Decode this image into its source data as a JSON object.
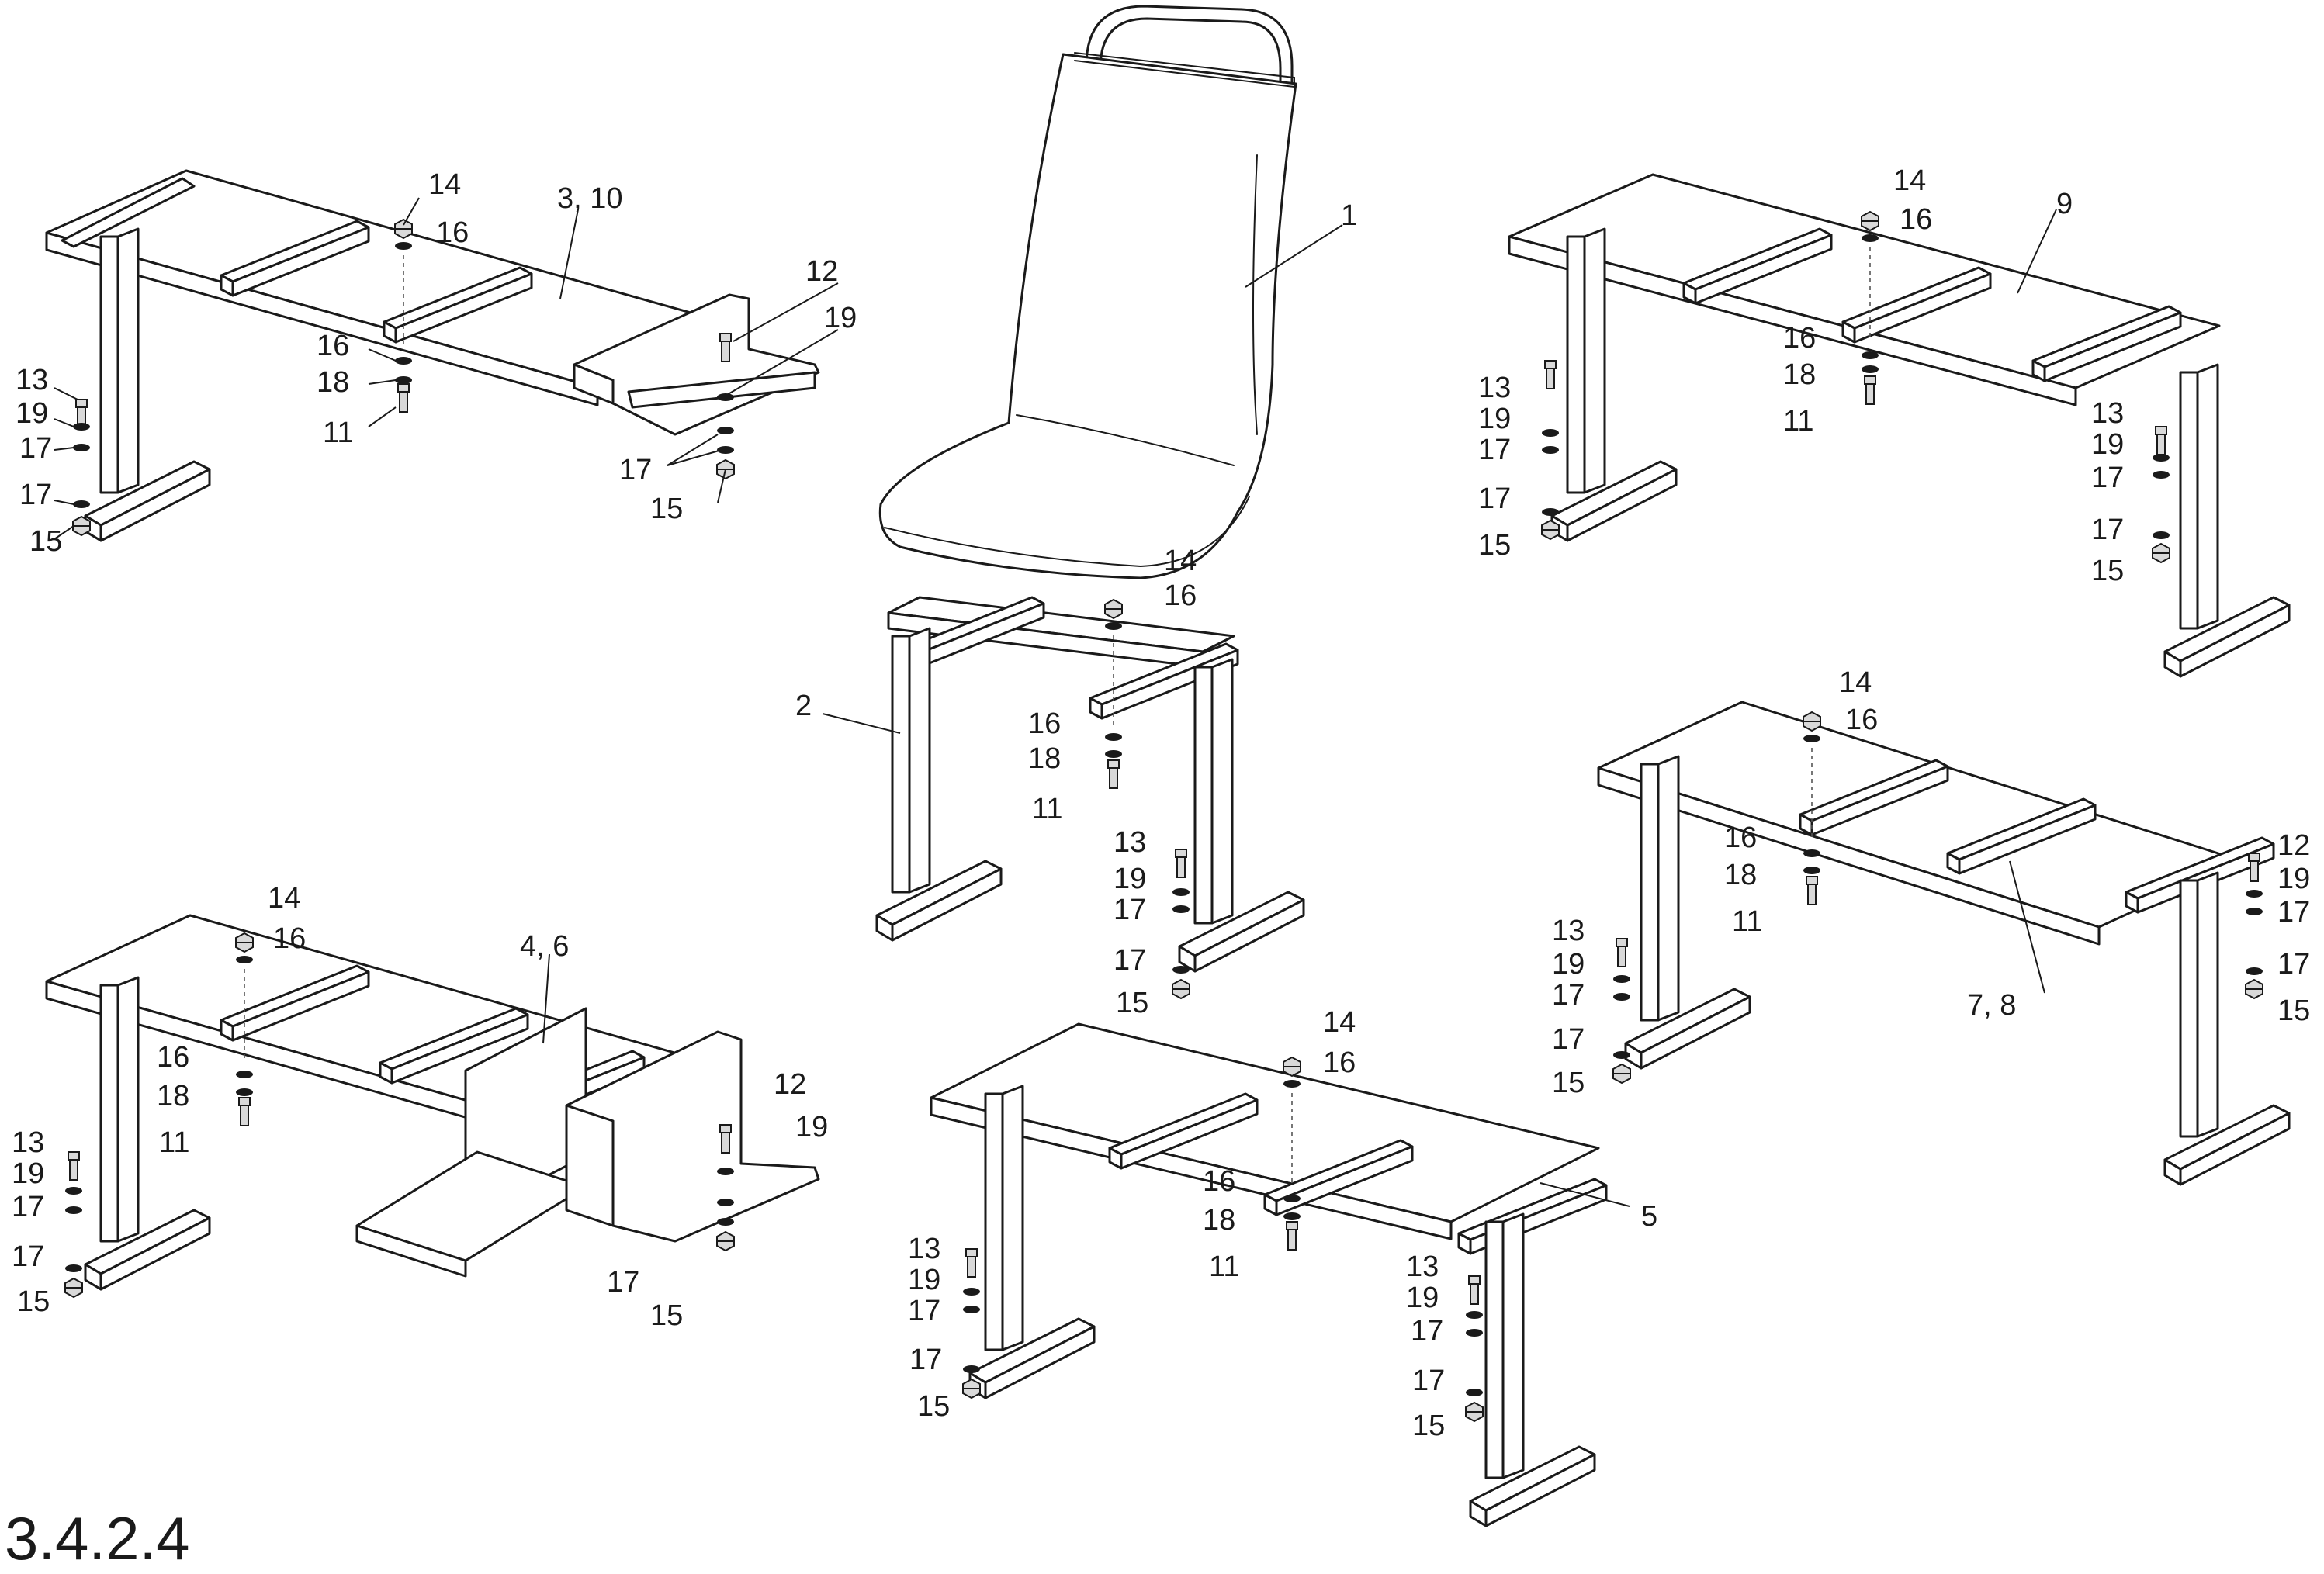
{
  "figure_number": "3.4.2.4",
  "labels": {
    "l1": "1",
    "l2": "2",
    "l3_10": "3, 10",
    "l4_6": "4, 6",
    "l5": "5",
    "l7_8": "7, 8",
    "l9": "9",
    "l11": "11",
    "l12": "12",
    "l13": "13",
    "l14": "14",
    "l15": "15",
    "l16": "16",
    "l17": "17",
    "l18": "18",
    "l19": "19"
  }
}
